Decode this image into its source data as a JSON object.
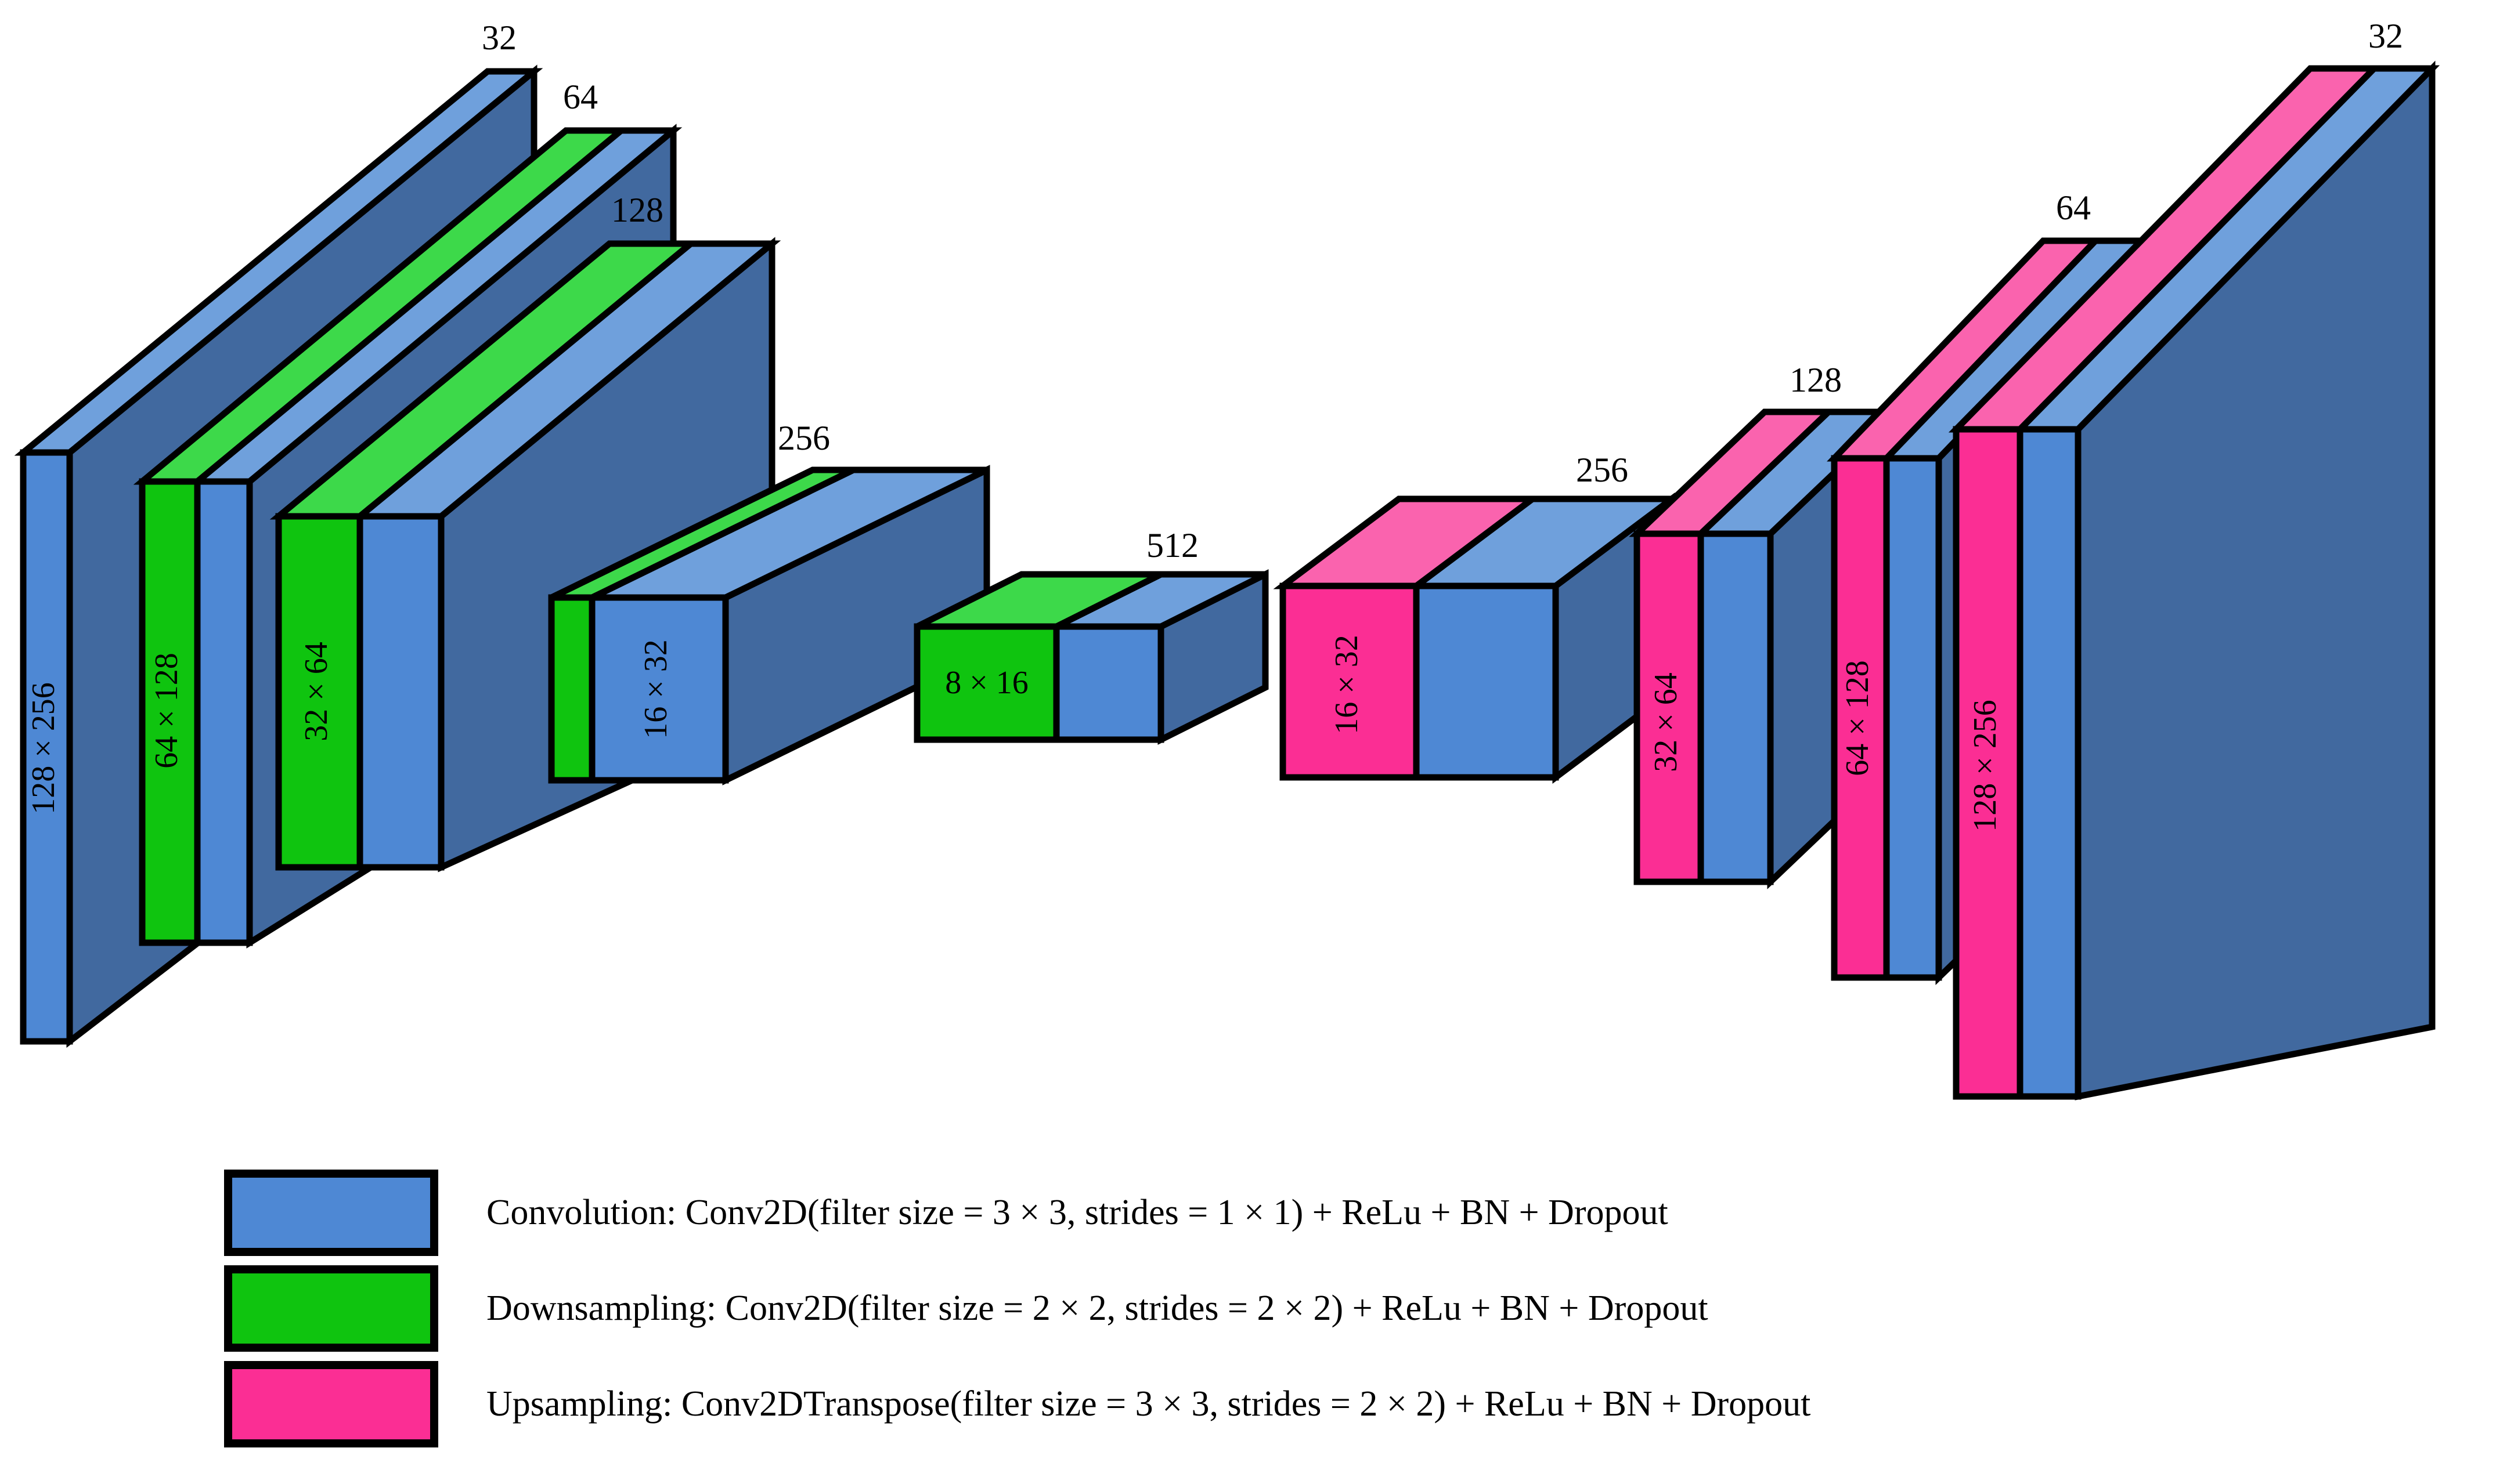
{
  "figure": {
    "type": "unet-architecture-diagram",
    "background": "#ffffff",
    "colors": {
      "conv_front": "#4E88D4",
      "conv_top": "#6FA0DC",
      "conv_side": "#41699F",
      "down_front": "#0FC40F",
      "down_top": "#3DD94A",
      "down_side": "#0BA50B",
      "up_front": "#FB2E94",
      "up_top": "#FA63AE",
      "up_side": "#E51F83",
      "outline": "#000000"
    }
  },
  "encoder": {
    "blocks": [
      {
        "channels": "32",
        "resolution": "128 × 256",
        "has_down": false,
        "down_label": ""
      },
      {
        "channels": "64",
        "resolution": "",
        "has_down": true,
        "down_label": "64 × 128"
      },
      {
        "channels": "128",
        "resolution": "",
        "has_down": true,
        "down_label": "32 × 64"
      },
      {
        "channels": "256",
        "resolution": "",
        "has_down": true,
        "down_label": "16 × 32"
      },
      {
        "channels": "512",
        "resolution": "",
        "has_down": true,
        "down_label": "8 × 16"
      }
    ]
  },
  "decoder": {
    "blocks": [
      {
        "channels": "256",
        "up_label": "16 × 32"
      },
      {
        "channels": "128",
        "up_label": "32 × 64"
      },
      {
        "channels": "64",
        "up_label": "64 × 128"
      },
      {
        "channels": "32",
        "up_label": "128 × 256"
      }
    ]
  },
  "legend": {
    "items": [
      {
        "swatch": "#4E88D4",
        "key": "convolution",
        "text": "Convolution: Conv2D(filter size = 3 × 3, strides = 1 × 1) + ReLu + BN + Dropout"
      },
      {
        "swatch": "#0FC40F",
        "key": "downsampling",
        "text": "Downsampling: Conv2D(filter size = 2 × 2, strides = 2 × 2) + ReLu + BN + Dropout"
      },
      {
        "swatch": "#FB2E94",
        "key": "upsampling",
        "text": "Upsampling: Conv2DTranspose(filter size = 3 × 3, strides = 2 × 2) + ReLu + BN + Dropout"
      }
    ]
  },
  "channel_labels": {
    "enc_32": "32",
    "enc_64": "64",
    "enc_128": "128",
    "enc_256": "256",
    "bottleneck_512": "512",
    "dec_256": "256",
    "dec_128": "128",
    "dec_64": "64",
    "dec_32": "32"
  },
  "resolution_labels": {
    "r128x256_in": "128 × 256",
    "r64x128_enc": "64 × 128",
    "r32x64_enc": "32 × 64",
    "r16x32_enc": "16 × 32",
    "r8x16_bottleneck": "8 × 16",
    "r16x32_dec": "16 × 32",
    "r32x64_dec": "32 × 64",
    "r64x128_dec": "64 × 128",
    "r128x256_out": "128 × 256"
  }
}
